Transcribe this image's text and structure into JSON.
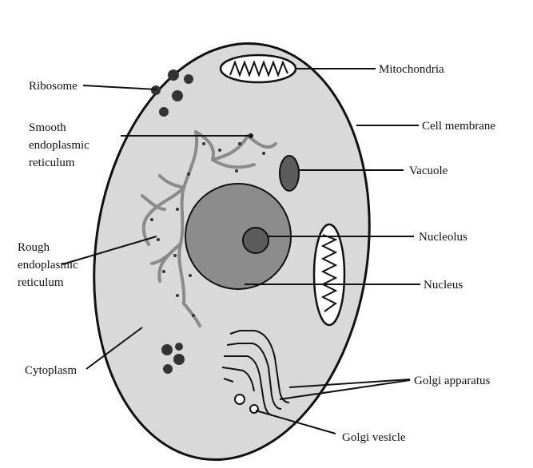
{
  "labels": {
    "ribosome": "Ribosome",
    "smooth_er": [
      "Smooth",
      "endoplasmic",
      "reticulum"
    ],
    "rough_er": [
      "Rough",
      "endoplasmic",
      "reticulum"
    ],
    "cytoplasm": "Cytoplasm",
    "mitochondria": "Mitochondria",
    "cell_membrane": "Cell membrane",
    "vacuole": "Vacuole",
    "nucleolus": "Nucleolus",
    "nucleus": "Nucleus",
    "golgi_apparatus": "Golgi apparatus",
    "golgi_vesicle": "Golgi vesicle"
  },
  "colors": {
    "cytoplasm": "#d9d9d9",
    "nucleus": "#8c8c8c",
    "nucleolus": "#5c5c5c",
    "er": "#8a8a8a",
    "ribosome": "#333333",
    "outline": "#111111"
  }
}
